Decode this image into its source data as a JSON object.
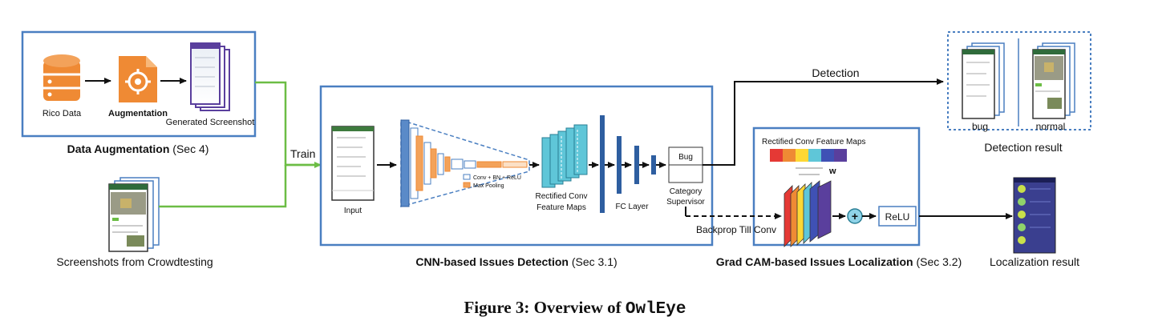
{
  "colors": {
    "panel_border": "#4a7fc1",
    "train_arrow": "#6cbd45",
    "orange": "#ef8a34",
    "teal": "#5fc6d8",
    "purple": "#5a3f9d"
  },
  "data_augmentation": {
    "rico_label": "Rico Data",
    "augmentation_label": "Augmentation",
    "generated_label": "Generated Screenshot",
    "title_bold": "Data Augmentation",
    "title_rest": " (Sec 4)"
  },
  "crowdtesting": {
    "label": "Screenshots from Crowdtesting"
  },
  "train_label": "Train",
  "cnn": {
    "input_label": "Input",
    "legend_conv": "Conv + BN + ReLU",
    "legend_pool": "Max Pooling",
    "rectified_line1": "Rectified Conv",
    "rectified_line2": "Feature Maps",
    "fc_label": "FC Layer",
    "bug_label": "Bug",
    "supervisor_line1": "Category",
    "supervisor_line2": "Supervisor",
    "title_bold": "CNN-based Issues Detection",
    "title_rest": " (Sec 3.1)"
  },
  "detection_label": "Detection",
  "detection_result": {
    "bug_label": "bug",
    "normal_label": "normal",
    "title": "Detection result"
  },
  "gradcam": {
    "feature_maps_label": "Rectified Conv Feature Maps",
    "w_label": "w",
    "plus_symbol": "+",
    "relu_label": "ReLU",
    "backprop_label": "Backprop Till Conv",
    "title_bold": "Grad CAM-based Issues Localization",
    "title_rest": " (Sec 3.2)"
  },
  "localization_result": {
    "title": "Localization result"
  },
  "caption": {
    "prefix": "Figure 3: Overview of ",
    "name": "OwlEye"
  }
}
